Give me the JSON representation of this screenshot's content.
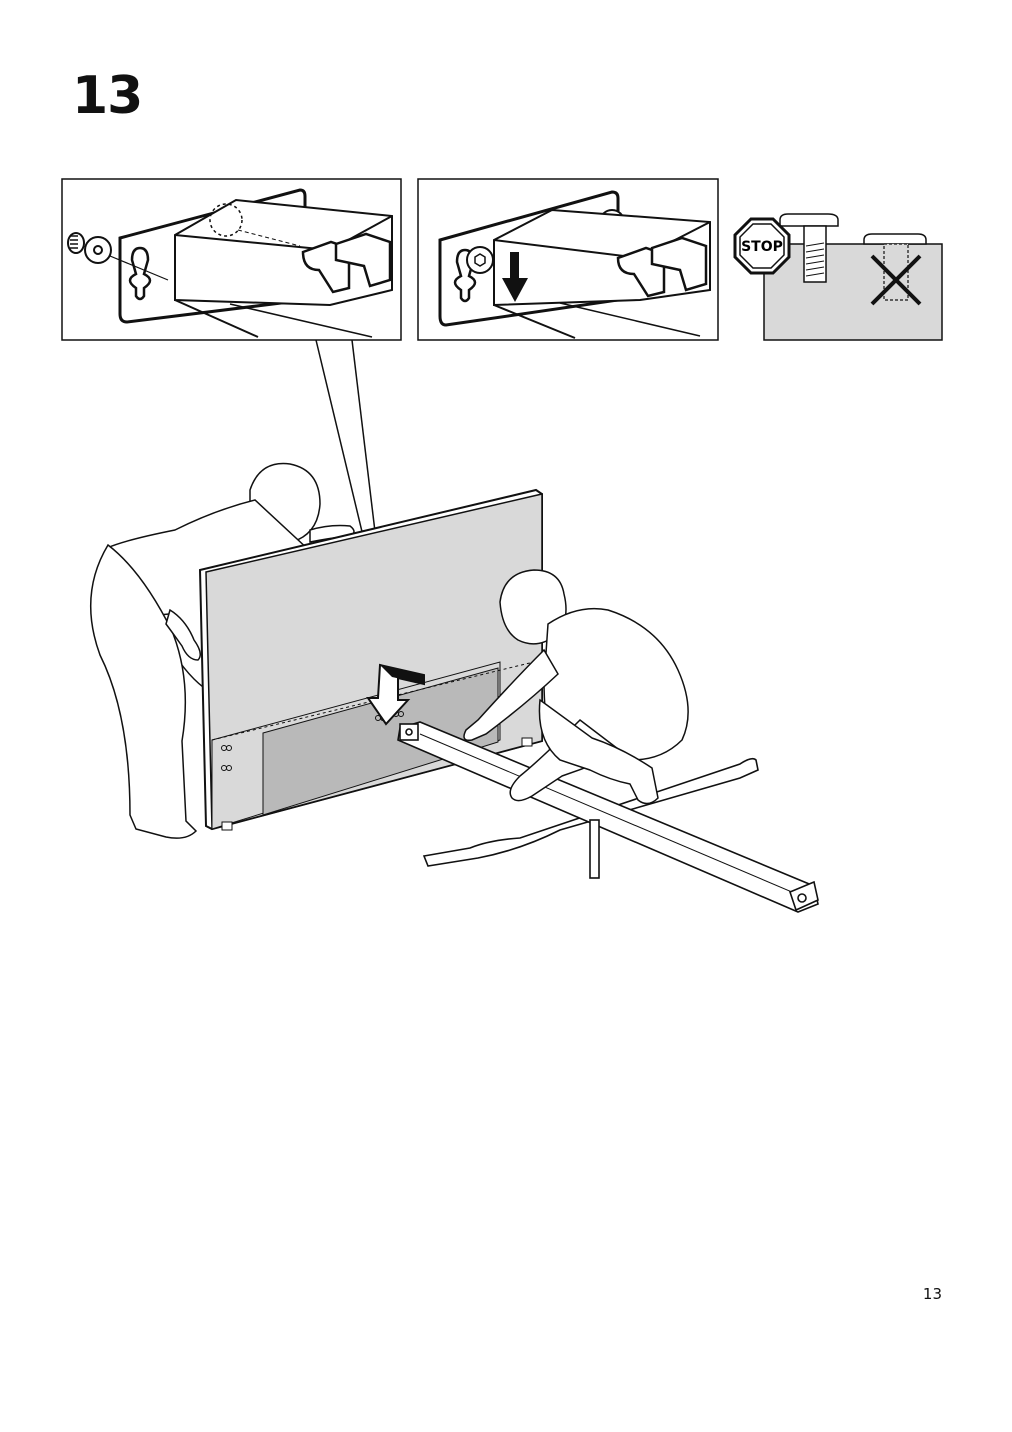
{
  "page": {
    "step_number": "13",
    "page_number": "13"
  },
  "detail_panels": [
    {
      "name": "mount-bracket-before",
      "icon": "screw-into-keyhole-bracket"
    },
    {
      "name": "mount-bracket-after",
      "icon": "slide-down-arrow"
    },
    {
      "name": "warning-panel",
      "icon": "stop-sign",
      "stop_label": "STOP"
    }
  ],
  "main_illustration": {
    "icon": "two-people-attaching-headboard-to-bed-frame",
    "colors": {
      "line": "#111111",
      "panel_fill": "#d9d9d9",
      "panel_dark": "#b9b9b9"
    }
  }
}
